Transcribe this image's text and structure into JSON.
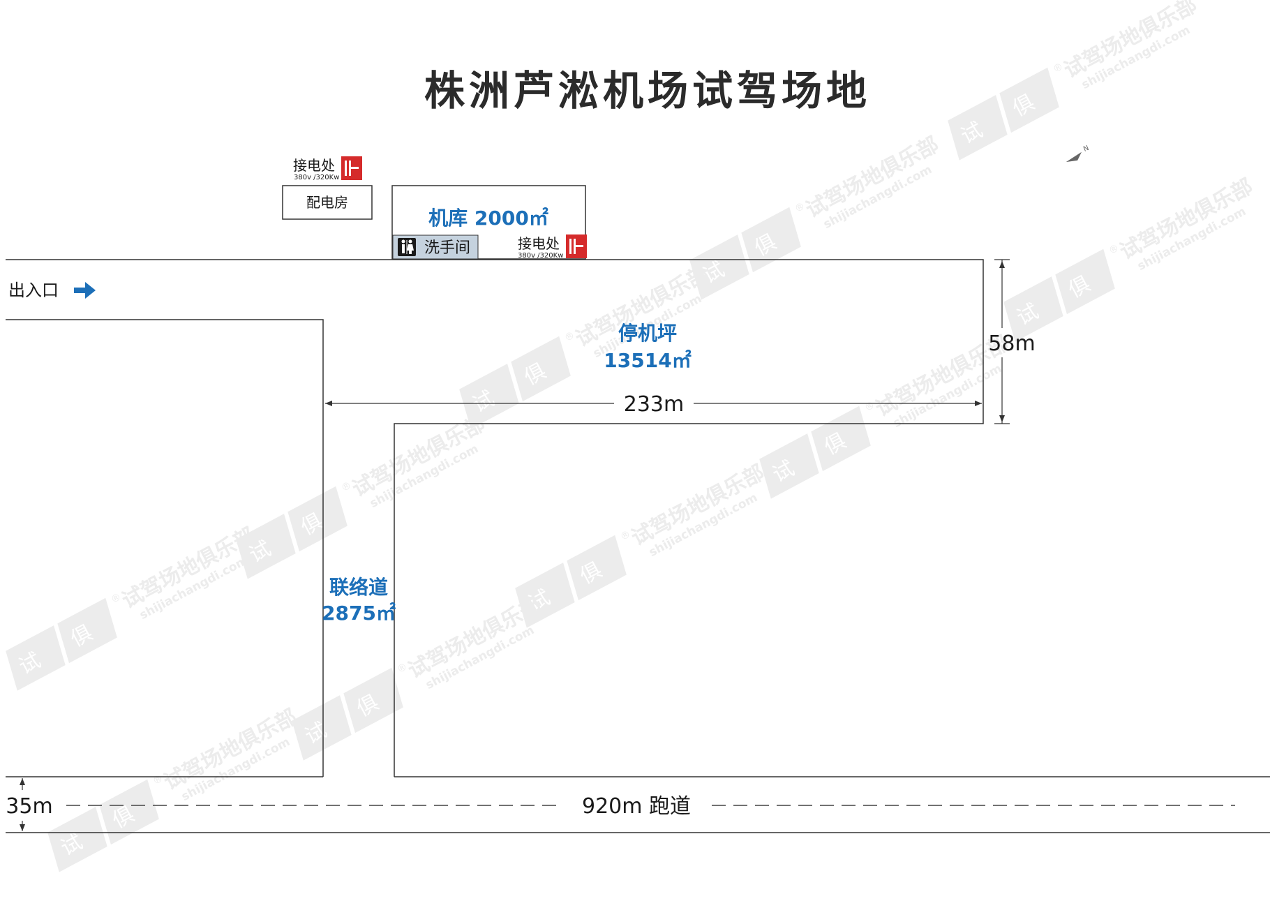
{
  "title": "株洲芦淞机场试驾场地",
  "colors": {
    "line": "#333333",
    "text_dark": "#1a1a1a",
    "area_blue": "#1c6fb8",
    "power_red": "#d52b2b",
    "restroom_bg": "#c5d2de",
    "watermark": "#ececec"
  },
  "power_point_1": {
    "label": "接电处",
    "spec": "380v /320Kw",
    "icon": "power-socket-icon"
  },
  "power_point_2": {
    "label": "接电处",
    "spec": "380v /320Kw",
    "icon": "power-socket-icon"
  },
  "power_room": {
    "label": "配电房"
  },
  "hangar": {
    "label": "机库 2000㎡"
  },
  "restroom": {
    "label": "洗手间",
    "icon": "restroom-icon"
  },
  "entrance": {
    "label": "出入口",
    "icon": "arrow-right-icon"
  },
  "apron": {
    "name": "停机坪",
    "area": "13514㎡",
    "width_label": "233m",
    "height_label": "58m"
  },
  "taxiway": {
    "name": "联络道",
    "area": "2875㎡"
  },
  "runway": {
    "label": "920m 跑道",
    "width_label": "35m"
  },
  "compass": {
    "label": "N",
    "icon": "north-arrow-icon"
  },
  "watermark": {
    "brand": "试驾场地俱乐部",
    "url": "shijiachangdi.com",
    "logo_left": "试",
    "logo_right": "俱",
    "reg": "®"
  }
}
